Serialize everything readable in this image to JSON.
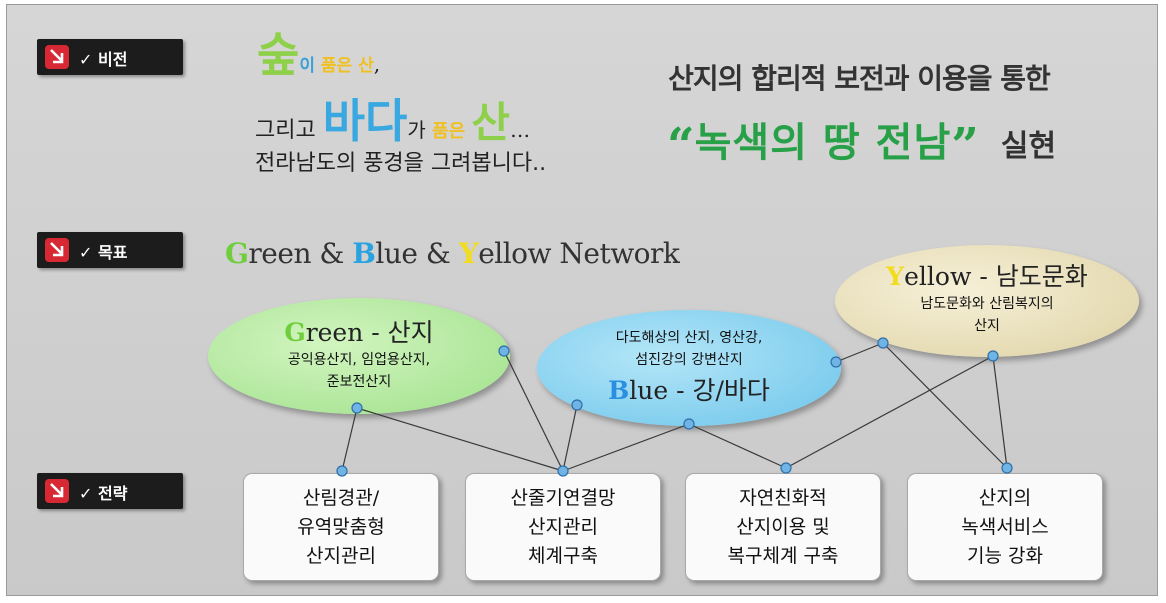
{
  "sections": [
    {
      "label": "✓ 비전"
    },
    {
      "label": "✓ 목표"
    },
    {
      "label": "✓ 전략"
    }
  ],
  "vision": {
    "line1": [
      {
        "t": "숲",
        "c": "#8ed04a"
      },
      {
        "t": "이",
        "c": "#3aa0d8"
      },
      {
        "t": " 품은 산",
        "c": "#f0c020"
      },
      {
        "t": ",",
        "c": "#222222"
      }
    ],
    "line2": [
      {
        "t": "그리고 ",
        "c": "#222222"
      },
      {
        "t": "바다",
        "c": "#3aa8e0"
      },
      {
        "t": "가",
        "c": "#222222"
      },
      {
        "t": " 품은 ",
        "c": "#f0c020"
      },
      {
        "t": "산",
        "c": "#8ed04a"
      },
      {
        "t": "…",
        "c": "#222222"
      }
    ],
    "line3": "전라남도의 풍경을 그려봅니다.."
  },
  "slogan": {
    "line1": "산지의 합리적 보전과 이용을 통한",
    "quote_open": "“",
    "green_text": "녹색의 땅 전남",
    "quote_close": "”",
    "tail": "실현"
  },
  "goal": {
    "parts": [
      {
        "t": "G",
        "c": "#6fce3a"
      },
      {
        "t": "reen & ",
        "c": "#333333"
      },
      {
        "t": "B",
        "c": "#2aa2e0"
      },
      {
        "t": "lue & ",
        "c": "#333333"
      },
      {
        "t": "Y",
        "c": "#f2dc20"
      },
      {
        "t": "ellow Network",
        "c": "#333333"
      }
    ]
  },
  "ellipses": {
    "green": {
      "letter": "G",
      "rest": "reen - 산지",
      "desc": [
        "공익용산지, 임업용산지,",
        "준보전산지"
      ]
    },
    "blue": {
      "letter": "B",
      "rest": "lue - 강/바다",
      "desc": [
        "다도해상의 산지, 영산강,",
        "섬진강의 강변산지"
      ]
    },
    "yellow": {
      "letter": "Y",
      "rest": "ellow - 남도문화",
      "desc": [
        "남도문화와 산림복지의",
        "산지"
      ]
    }
  },
  "strategies": [
    [
      "산림경관/",
      "유역맞춤형",
      "산지관리"
    ],
    [
      "산줄기연결망",
      "산지관리",
      "체계구축"
    ],
    [
      "자연친화적",
      "산지이용 및",
      "복구체계 구축"
    ],
    [
      "산지의",
      "녹색서비스",
      "기능 강화"
    ]
  ],
  "colors": {
    "green_fill": "#b6eba0",
    "blue_fill": "#7fcfee",
    "yellow_fill": "#ece4c2",
    "slogan_green": "#27a048",
    "accent_red": "#d82834"
  }
}
